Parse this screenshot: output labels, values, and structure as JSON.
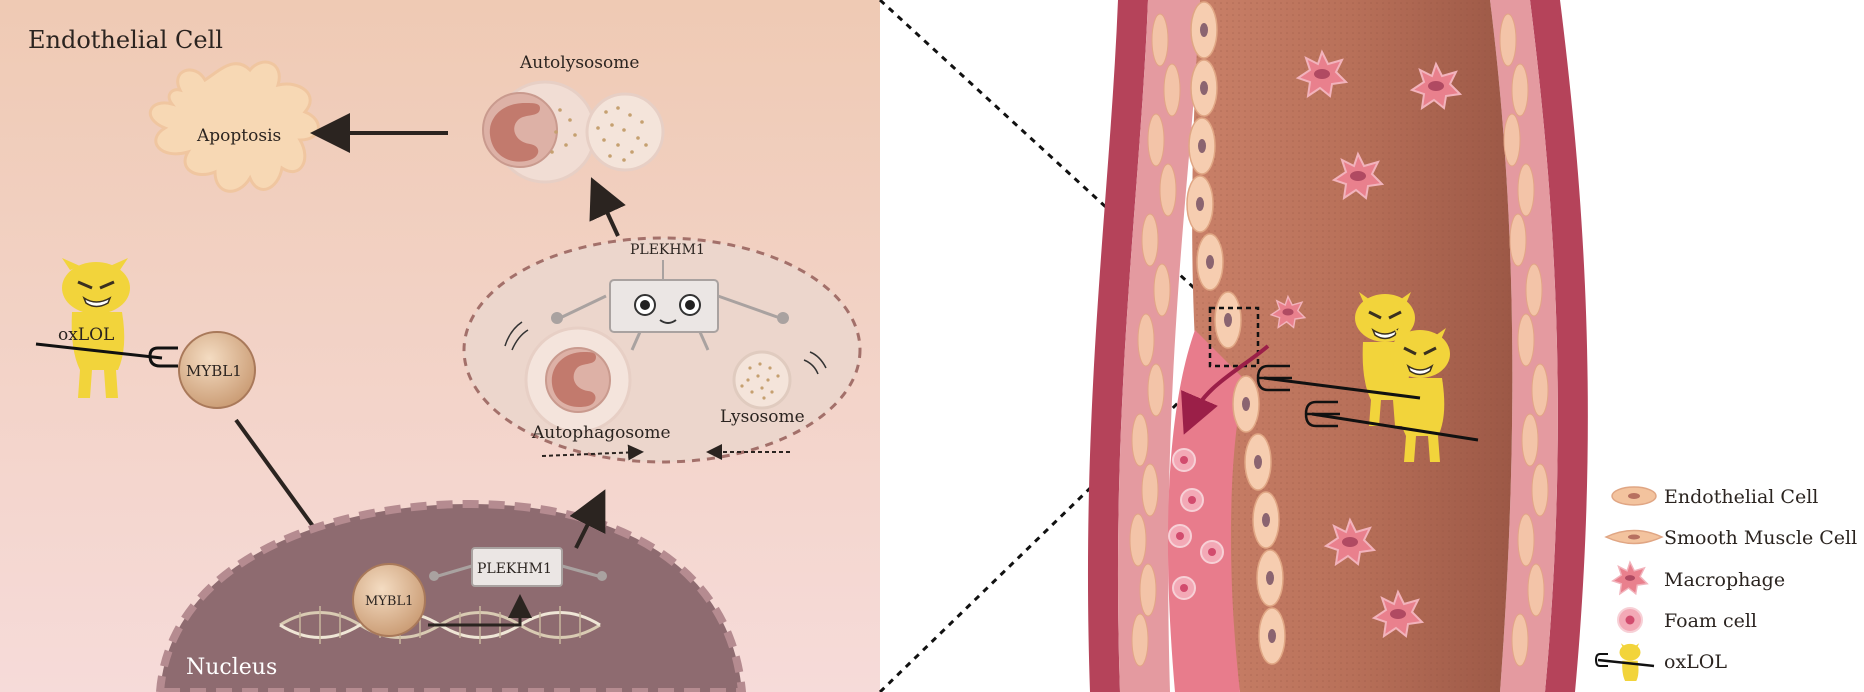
{
  "cell_panel": {
    "title": "Endothelial Cell",
    "apoptosis": "Apoptosis",
    "autolysosome": "Autolysosome",
    "plekhm1_top": "PLEKHM1",
    "autophagosome": "Autophagosome",
    "lysosome": "Lysosome",
    "oxlol": "oxLOL",
    "mybl1_cyto": "MYBL1",
    "nucleus": "Nucleus",
    "mybl1_nuc": "MYBL1",
    "plekhm1_nuc": "PLEKHM1"
  },
  "legend": {
    "items": [
      {
        "label": "Endothelial Cell",
        "icon": "endothelial-cell-icon"
      },
      {
        "label": "Smooth Muscle Cell",
        "icon": "smooth-muscle-cell-icon"
      },
      {
        "label": "Macrophage",
        "icon": "macrophage-icon"
      },
      {
        "label": "Foam cell",
        "icon": "foam-cell-icon"
      },
      {
        "label": "oxLOL",
        "icon": "oxlol-devil-icon"
      }
    ]
  },
  "colors": {
    "cell_bg_top": "#efcfbb",
    "cell_bg_bottom": "#f6d9d8",
    "nucleus": "#8e6b70",
    "vessel_lumen": "#b5705a",
    "vessel_wall": "#c2555f",
    "macrophage": "#e9808d",
    "oxlol_yellow": "#f2d43b"
  }
}
